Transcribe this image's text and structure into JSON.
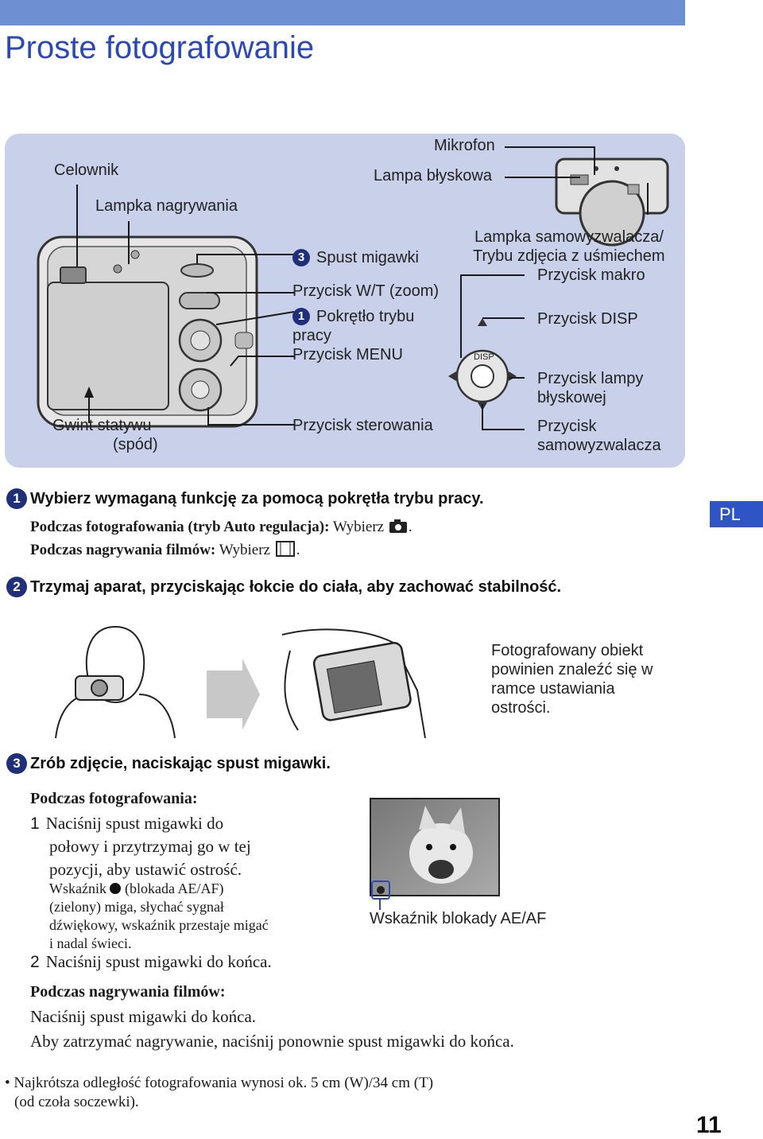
{
  "page_title": "Proste fotografowanie",
  "camera_labels": {
    "celownik": "Celownik",
    "lampka_nagrywania": "Lampka nagrywania",
    "mikrofon": "Mikrofon",
    "lampa_blyskowa": "Lampa błyskowa",
    "spust_num": "3",
    "spust": "Spust migawki",
    "wt": "Przycisk W/T (zoom)",
    "pokretlo_num": "1",
    "pokretlo_a": "Pokrętło trybu",
    "pokretlo_b": "pracy",
    "menu": "Przycisk MENU",
    "gwint_a": "Gwint statywu",
    "gwint_b": "(spód)",
    "sterowania": "Przycisk sterowania",
    "samowyz_a": "Lampka samowyzwalacza/",
    "samowyz_b": "Trybu zdjęcia z uśmiechem",
    "makro": "Przycisk makro",
    "disp": "Przycisk DISP",
    "lampy_a": "Przycisk lampy",
    "lampy_b": "błyskowej",
    "samowyzwalacza_a": "Przycisk",
    "samowyzwalacza_b": "samowyzwalacza",
    "disp_icon_text": "DISP"
  },
  "lang_tab": "PL",
  "step1": {
    "num": "1",
    "heading": "Wybierz wymaganą funkcję za pomocą pokrętła trybu pracy.",
    "line1_bold": "Podczas fotografowania (tryb Auto regulacja):",
    "line1_text": "Wybierz",
    "line2_bold": "Podczas nagrywania filmów:",
    "line2_text": "Wybierz"
  },
  "step2": {
    "num": "2",
    "heading": "Trzymaj aparat, przyciskając łokcie do ciała, aby zachować stabilność.",
    "note_a": "Fotografowany obiekt",
    "note_b": "powinien znaleźć się w",
    "note_c": "ramce ustawiania",
    "note_d": "ostrości."
  },
  "step3": {
    "num": "3",
    "heading": "Zrób zdjęcie, naciskając spust migawki.",
    "photo_bold": "Podczas fotografowania:",
    "i1_num": "1",
    "i1_a": "Naciśnij spust migawki do",
    "i1_b": "połowy i przytrzymaj go w tej",
    "i1_c": "pozycji, aby ustawić ostrość.",
    "s1": "Wskaźnik",
    "s1_b": "(blokada AE/AF)",
    "s2": "(zielony) miga, słychać sygnał",
    "s3": "dźwiękowy, wskaźnik przestaje migać",
    "s4": "i nadal świeci.",
    "i2_num": "2",
    "i2": "Naciśnij spust migawki do końca.",
    "movie_bold": "Podczas nagrywania filmów:",
    "m1": "Naciśnij spust migawki do końca.",
    "m2": "Aby zatrzymać nagrywanie, naciśnij ponownie spust migawki do końca.",
    "ae_label": "Wskaźnik blokady AE/AF"
  },
  "footnote": {
    "bullet": "•",
    "a": "Najkrótsza odległość fotografowania wynosi ok. 5 cm (W)/34 cm (T)",
    "b": "(od czoła soczewki)."
  },
  "page_number": "11",
  "colors": {
    "accent": "#2b49b5",
    "panel": "#c9d1ea",
    "topbar": "#6f8fd3",
    "badge": "#1f2f7a"
  }
}
